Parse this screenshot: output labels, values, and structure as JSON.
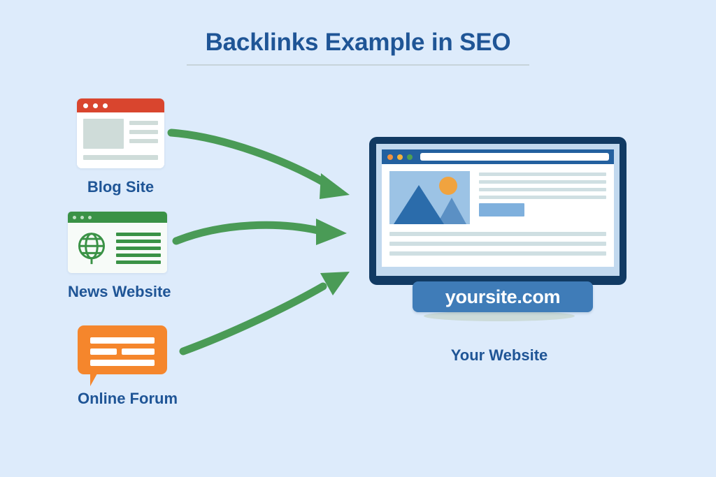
{
  "page": {
    "title": "Backlinks Example in SEO",
    "background_color": "#ddebfb",
    "title_color": "#1f5596",
    "accent_arrow_color": "#4a9b56"
  },
  "sources": [
    {
      "id": "blog-site",
      "label": "Blog Site",
      "icon": "browser-window-icon",
      "accent_color": "#d9452e"
    },
    {
      "id": "news-website",
      "label": "News Website",
      "icon": "globe-browser-icon",
      "accent_color": "#3a9246"
    },
    {
      "id": "online-forum",
      "label": "Online Forum",
      "icon": "speech-bubble-icon",
      "accent_color": "#f5862c"
    }
  ],
  "arrows": [
    {
      "id": "arrow-blog-to-site",
      "from": "blog-site",
      "to": "your-website",
      "color": "#4a9b56"
    },
    {
      "id": "arrow-news-to-site",
      "from": "news-website",
      "to": "your-website",
      "color": "#4a9b56"
    },
    {
      "id": "arrow-forum-to-site",
      "from": "online-forum",
      "to": "your-website",
      "color": "#4a9b56"
    }
  ],
  "target": {
    "id": "your-website",
    "label": "Your Website",
    "domain_badge": "yoursite.com",
    "badge_color": "#3f7cb8",
    "monitor": {
      "bezel_color": "#113a63",
      "chrome_color": "#23609f",
      "chrome_dots": [
        "#f0913f",
        "#f2b13c",
        "#4f9f52"
      ],
      "address_bar_value": "",
      "hero_image": "mountain-landscape-placeholder",
      "hero_sun_color": "#f0a33f",
      "cta_button_color": "#7fb0dd",
      "right_text_lines": 4,
      "bottom_text_lines": 3
    }
  }
}
